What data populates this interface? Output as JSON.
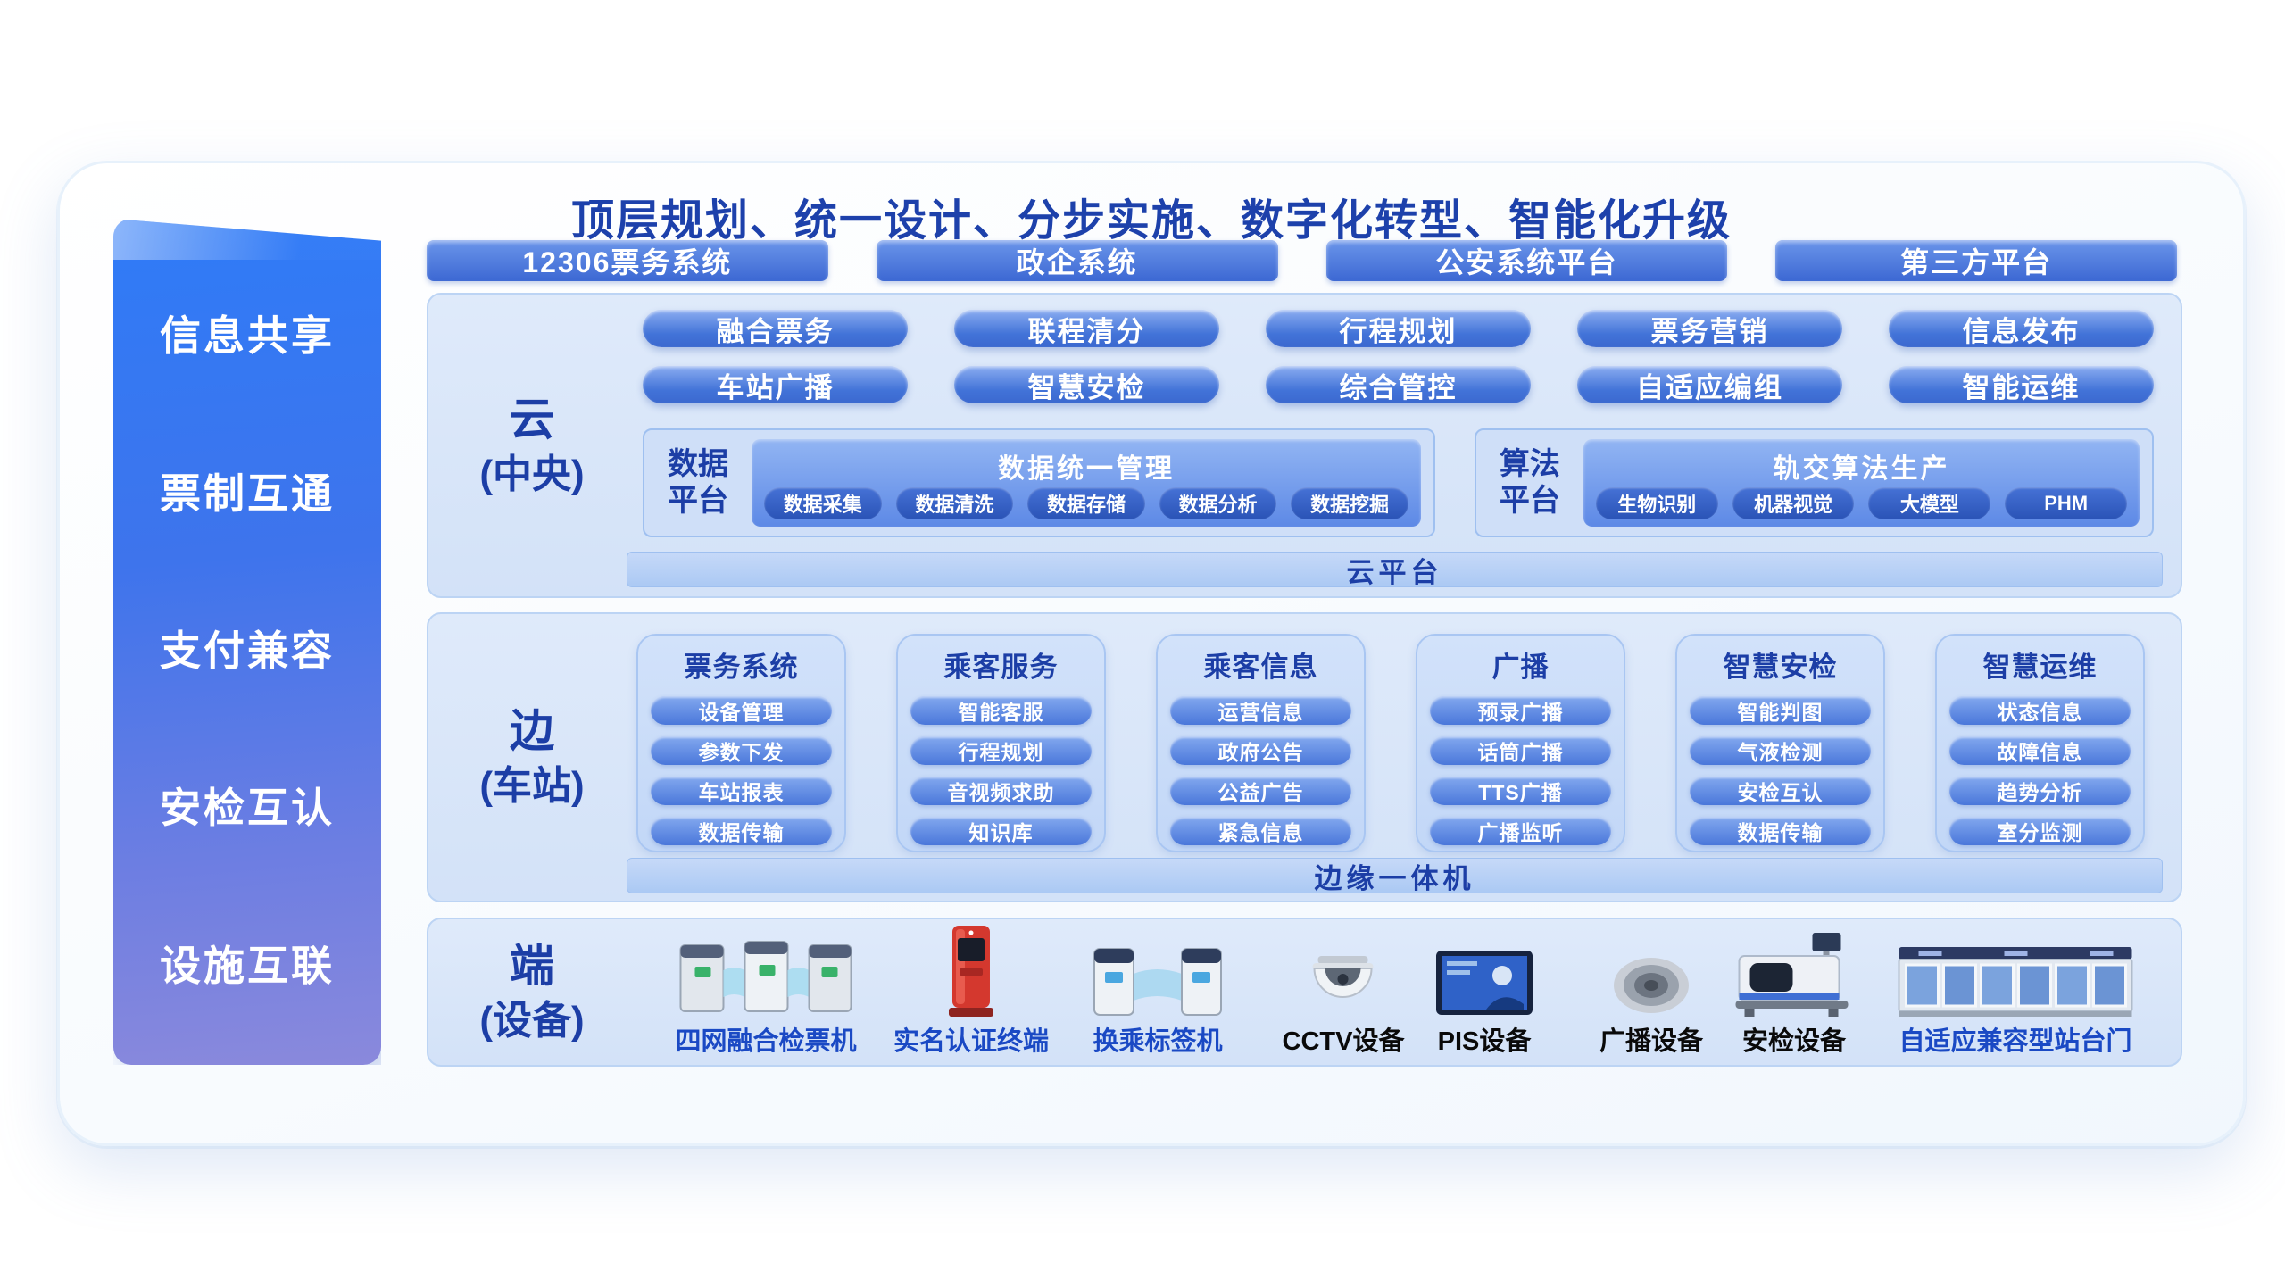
{
  "title": "顶层规划、统一设计、分步实施、数字化转型、智能化升级",
  "colors": {
    "title_blue": "#1d41ab",
    "label_blue": "#1c3ea6",
    "pill_blue": "#4273d8",
    "section_bg": "#d9e6f8",
    "sidebar_gradient_top": "#2f7bf7",
    "sidebar_gradient_bottom": "#8a89dc",
    "device_label_blue": "#1a49c4",
    "device_label_dark": "#0a0a0a"
  },
  "sidebar": {
    "items": [
      "信息共享",
      "票制互通",
      "支付兼容",
      "安检互认",
      "设施互联"
    ]
  },
  "external_systems": [
    "12306票务系统",
    "政企系统",
    "公安系统平台",
    "第三方平台"
  ],
  "cloud": {
    "layer": {
      "line1": "云",
      "line2": "(中央)"
    },
    "apps_row1": [
      "融合票务",
      "联程清分",
      "行程规划",
      "票务营销",
      "信息发布"
    ],
    "apps_row2": [
      "车站广播",
      "智慧安检",
      "综合管控",
      "自适应编组",
      "智能运维"
    ],
    "data_platform": {
      "label_line1": "数据",
      "label_line2": "平台",
      "title": "数据统一管理",
      "pills": [
        "数据采集",
        "数据清洗",
        "数据存储",
        "数据分析",
        "数据挖掘"
      ]
    },
    "algo_platform": {
      "label_line1": "算法",
      "label_line2": "平台",
      "title": "轨交算法生产",
      "pills": [
        "生物识别",
        "机器视觉",
        "大模型",
        "PHM"
      ]
    },
    "bottom_bar": "云平台"
  },
  "edge": {
    "layer": {
      "line1": "边",
      "line2": "(车站)"
    },
    "columns": [
      {
        "title": "票务系统",
        "pills": [
          "设备管理",
          "参数下发",
          "车站报表",
          "数据传输"
        ]
      },
      {
        "title": "乘客服务",
        "pills": [
          "智能客服",
          "行程规划",
          "音视频求助",
          "知识库"
        ]
      },
      {
        "title": "乘客信息",
        "pills": [
          "运营信息",
          "政府公告",
          "公益广告",
          "紧急信息"
        ]
      },
      {
        "title": "广播",
        "pills": [
          "预录广播",
          "话筒广播",
          "TTS广播",
          "广播监听"
        ]
      },
      {
        "title": "智慧安检",
        "pills": [
          "智能判图",
          "气液检测",
          "安检互认",
          "数据传输"
        ]
      },
      {
        "title": "智慧运维",
        "pills": [
          "状态信息",
          "故障信息",
          "趋势分析",
          "室分监测"
        ]
      }
    ],
    "bottom_bar": "边缘一体机"
  },
  "terminal": {
    "layer": {
      "line1": "端",
      "line2": "(设备)"
    },
    "devices": [
      {
        "label": "四网融合检票机",
        "icon": "fare-gate-icon",
        "style": "blue"
      },
      {
        "label": "实名认证终端",
        "icon": "identity-kiosk-icon",
        "style": "blue"
      },
      {
        "label": "换乘标签机",
        "icon": "transfer-gate-icon",
        "style": "blue"
      },
      {
        "label": "CCTV设备",
        "icon": "cctv-camera-icon",
        "style": "dark"
      },
      {
        "label": "PIS设备",
        "icon": "pis-display-icon",
        "style": "dark"
      },
      {
        "label": "广播设备",
        "icon": "speaker-icon",
        "style": "dark"
      },
      {
        "label": "安检设备",
        "icon": "xray-scanner-icon",
        "style": "dark"
      },
      {
        "label": "自适应兼容型站台门",
        "icon": "platform-door-icon",
        "style": "blue"
      }
    ]
  }
}
